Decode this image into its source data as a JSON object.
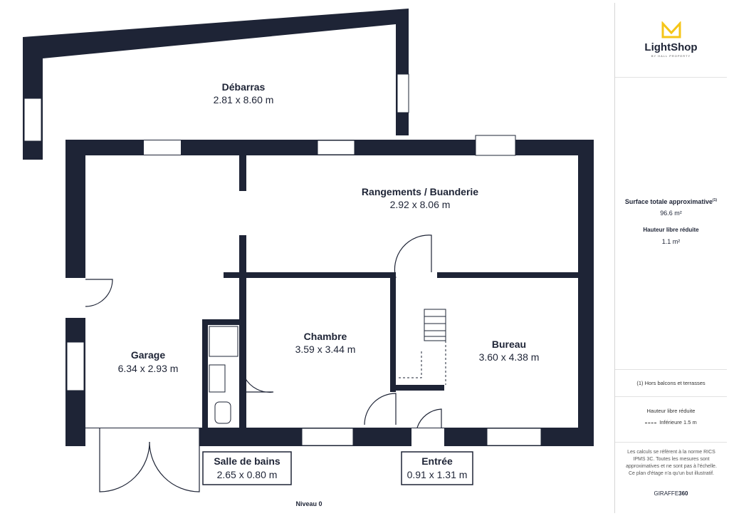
{
  "plan": {
    "level": "Niveau 0",
    "rooms": [
      {
        "key": "debarras",
        "name": "Débarras",
        "dims": "2.81 x 8.60 m"
      },
      {
        "key": "rangements",
        "name": "Rangements / Buanderie",
        "dims": "2.92 x 8.06 m"
      },
      {
        "key": "garage",
        "name": "Garage",
        "dims": "6.34 x 2.93 m"
      },
      {
        "key": "chambre",
        "name": "Chambre",
        "dims": "3.59 x 3.44 m"
      },
      {
        "key": "bureau",
        "name": "Bureau",
        "dims": "3.60 x 4.38 m"
      },
      {
        "key": "sdb",
        "name": "Salle de bains",
        "dims": "2.65 x 0.80 m"
      },
      {
        "key": "entree",
        "name": "Entrée",
        "dims": "0.91 x 1.31 m"
      }
    ]
  },
  "sidebar": {
    "logo_name": "LightShop",
    "logo_sub": "BY HALL PROPERTY",
    "surface_label": "Surface totale approximative",
    "surface_note_mark": "(1)",
    "surface_value": "96.6 m²",
    "hauteur_label": "Hauteur libre réduite",
    "hauteur_value": "1.1 m²",
    "footnote": "(1) Hors balcons et terrasses",
    "legend_title": "Hauteur libre réduite",
    "legend_item": "Inférieure 1.5 m",
    "disclaimer": "Les calculs se réfèrent à la norme RICS IPMS 3C. Toutes les mesures sont approximatives et ne sont pas à l'échelle. Ce plan d'étage n'a qu'un but illustratif.",
    "brand_a": "GIRAFFE",
    "brand_b": "360"
  },
  "colors": {
    "wall": "#1e2436",
    "accent": "#f5c518"
  }
}
